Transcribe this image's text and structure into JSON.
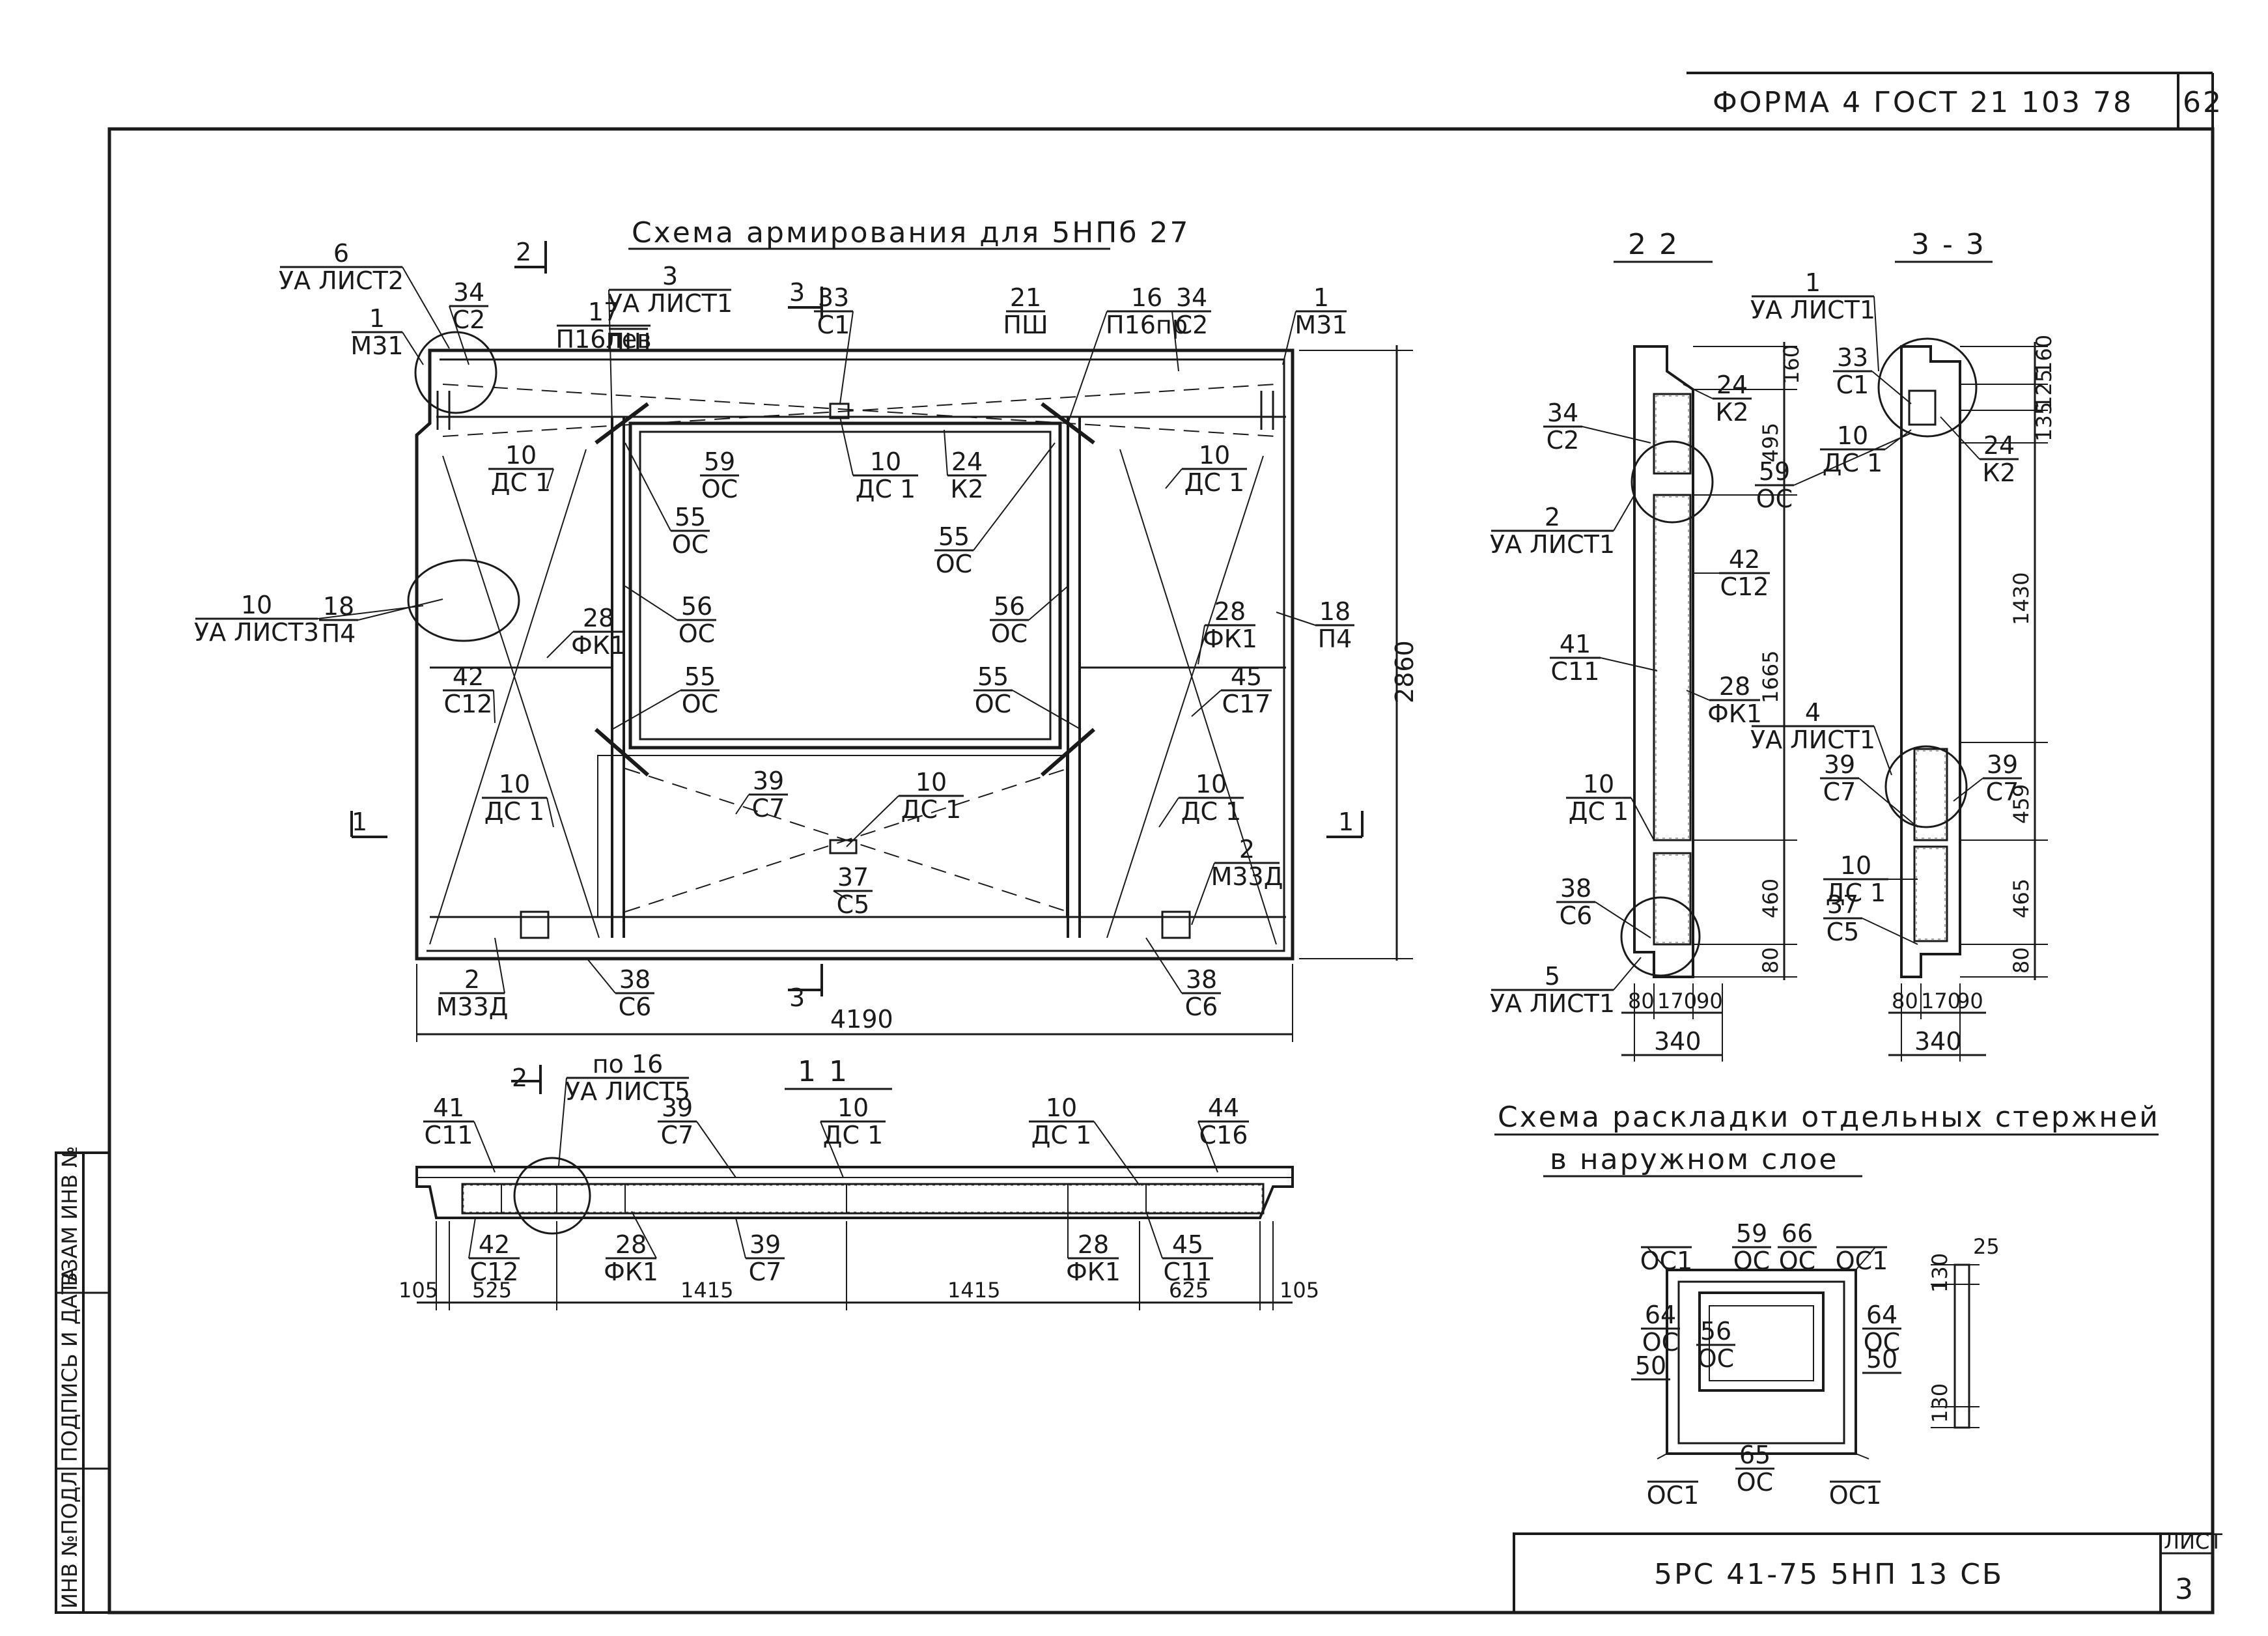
{
  "header": {
    "form_stamp": "ФОРМА 4  ГОСТ 21 103  78",
    "page_number": "62"
  },
  "titles": {
    "main_scheme": "Схема армирования для 5НПб 27",
    "layout_scheme_line1": "Схема раскладки отдельных стержней",
    "layout_scheme_line2": "в наружном слое"
  },
  "sections": {
    "sec_2_2": "2  2",
    "sec_3_3": "3 - 3",
    "sec_1_1": "1  1",
    "cut_1": "1",
    "cut_2": "2",
    "cut_3": "3"
  },
  "dimensions": {
    "plan_width": "4190",
    "plan_height": "2860",
    "bottom_105_left": "105",
    "bottom_525": "525",
    "bottom_1415_a": "1415",
    "bottom_1415_b": "1415",
    "bottom_625": "625",
    "bottom_105_right": "105",
    "s22_160": "160",
    "s22_495": "495",
    "s22_1665": "1665",
    "s22_460": "460",
    "s22_80": "80",
    "s22_80b": "80",
    "s22_170": "170",
    "s22_90": "90",
    "s22_340": "340",
    "s33_160": "160",
    "s33_125": "125",
    "s33_135": "135",
    "s33_1430": "1430",
    "s33_459": "459",
    "s33_465": "465",
    "s33_80": "80",
    "s33_80b": "80",
    "s33_170": "170",
    "s33_90": "90",
    "s33_340": "340",
    "lay_25": "25",
    "lay_130a": "130",
    "lay_130b": "130"
  },
  "callouts_plan": [
    {
      "num": "6",
      "mark": "УА ЛИСТ2"
    },
    {
      "num": "34",
      "mark": "С2"
    },
    {
      "num": "1",
      "mark": "М31"
    },
    {
      "num": "17",
      "mark": "П16лев"
    },
    {
      "num": "3",
      "mark": "УА ЛИСТ1"
    },
    {
      "num": "",
      "mark": "ПШ"
    },
    {
      "num": "33",
      "mark": "С1"
    },
    {
      "num": "21",
      "mark": "ПШ"
    },
    {
      "num": "16",
      "mark": "П16пр"
    },
    {
      "num": "34",
      "mark": "С2"
    },
    {
      "num": "1",
      "mark": "М31"
    },
    {
      "num": "10",
      "mark": "ДС 1"
    },
    {
      "num": "59",
      "mark": "ОС"
    },
    {
      "num": "10",
      "mark": "ДС 1"
    },
    {
      "num": "24",
      "mark": "К2"
    },
    {
      "num": "10",
      "mark": "ДС 1"
    },
    {
      "num": "55",
      "mark": "ОС"
    },
    {
      "num": "55",
      "mark": "ОС"
    },
    {
      "num": "10",
      "mark": "УА ЛИСТ3"
    },
    {
      "num": "18",
      "mark": "П4"
    },
    {
      "num": "28",
      "mark": "ФК1"
    },
    {
      "num": "56",
      "mark": "ОС"
    },
    {
      "num": "56",
      "mark": "ОС"
    },
    {
      "num": "28",
      "mark": "ФК1"
    },
    {
      "num": "18",
      "mark": "П4"
    },
    {
      "num": "42",
      "mark": "С12"
    },
    {
      "num": "55",
      "mark": "ОС"
    },
    {
      "num": "55",
      "mark": "ОС"
    },
    {
      "num": "45",
      "mark": "С17"
    },
    {
      "num": "39",
      "mark": "С7"
    },
    {
      "num": "10",
      "mark": "ДС 1"
    },
    {
      "num": "10",
      "mark": "ДС 1"
    },
    {
      "num": "10",
      "mark": "ДС 1"
    },
    {
      "num": "2",
      "mark": "М33Д"
    },
    {
      "num": "37",
      "mark": "С5"
    },
    {
      "num": "2",
      "mark": "М33Д"
    },
    {
      "num": "38",
      "mark": "С6"
    },
    {
      "num": "38",
      "mark": "С6"
    }
  ],
  "callouts_section11": [
    {
      "num": "по 16",
      "mark": "УА ЛИСТ5"
    },
    {
      "num": "41",
      "mark": "С11"
    },
    {
      "num": "39",
      "mark": "С7"
    },
    {
      "num": "10",
      "mark": "ДС 1"
    },
    {
      "num": "10",
      "mark": "ДС 1"
    },
    {
      "num": "44",
      "mark": "С16"
    },
    {
      "num": "42",
      "mark": "С12"
    },
    {
      "num": "28",
      "mark": "ФК1"
    },
    {
      "num": "39",
      "mark": "С7"
    },
    {
      "num": "28",
      "mark": "ФК1"
    },
    {
      "num": "45",
      "mark": "С11"
    }
  ],
  "callouts_section22": [
    {
      "num": "34",
      "mark": "С2"
    },
    {
      "num": "24",
      "mark": "К2"
    },
    {
      "num": "2",
      "mark": "УА ЛИСТ1"
    },
    {
      "num": "42",
      "mark": "С12"
    },
    {
      "num": "41",
      "mark": "С11"
    },
    {
      "num": "28",
      "mark": "ФК1"
    },
    {
      "num": "10",
      "mark": "ДС 1"
    },
    {
      "num": "38",
      "mark": "С6"
    },
    {
      "num": "5",
      "mark": "УА ЛИСТ1"
    }
  ],
  "callouts_section33": [
    {
      "num": "1",
      "mark": "УА ЛИСТ1"
    },
    {
      "num": "33",
      "mark": "С1"
    },
    {
      "num": "10",
      "mark": "ДС 1"
    },
    {
      "num": "59",
      "mark": "ОС"
    },
    {
      "num": "24",
      "mark": "К2"
    },
    {
      "num": "4",
      "mark": "УА ЛИСТ1"
    },
    {
      "num": "39",
      "mark": "С7"
    },
    {
      "num": "39",
      "mark": "С7"
    },
    {
      "num": "10",
      "mark": "ДС 1"
    },
    {
      "num": "37",
      "mark": "С5"
    }
  ],
  "callouts_layout": [
    {
      "num": "59",
      "mark": "ОС"
    },
    {
      "num": "66",
      "mark": "ОС"
    },
    {
      "num": "",
      "mark": "ОС1"
    },
    {
      "num": "",
      "mark": "ОС1"
    },
    {
      "num": "64",
      "mark": "ОС"
    },
    {
      "num": "56",
      "mark": "ОС"
    },
    {
      "num": "64",
      "mark": "ОС"
    },
    {
      "num": "50",
      "mark": ""
    },
    {
      "num": "50",
      "mark": ""
    },
    {
      "num": "65",
      "mark": "ОС"
    },
    {
      "num": "",
      "mark": "ОС1"
    },
    {
      "num": "",
      "mark": "ОС1"
    }
  ],
  "side_stamp": [
    "ИНВ №ПОДЛ",
    "ПОДПИСЬ И ДАТА",
    "ВЗАМ ИНВ №"
  ],
  "title_block": {
    "doc_code": "5РС 41-75   5НП 13 СБ",
    "sheet_label": "ЛИСТ",
    "sheet_number": "3"
  }
}
